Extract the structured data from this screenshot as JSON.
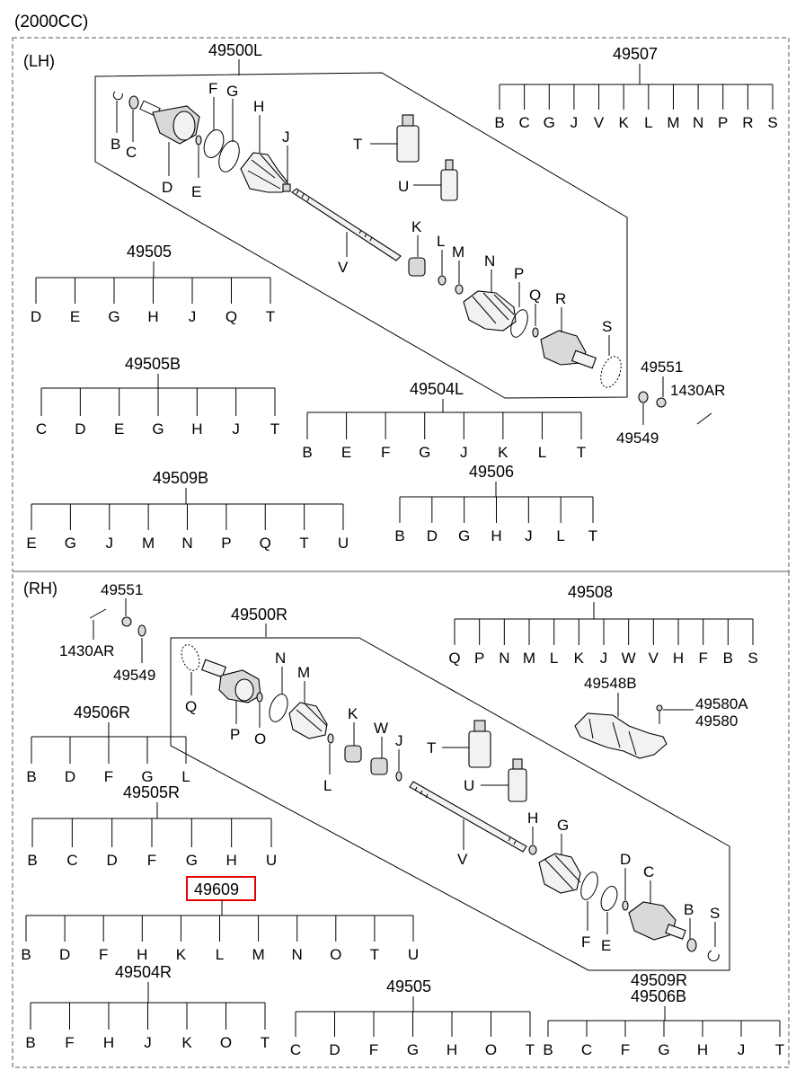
{
  "header": {
    "engine": "(2000CC)"
  },
  "sections": [
    {
      "id": "lh",
      "label": "(LH)"
    },
    {
      "id": "rh",
      "label": "(RH)"
    }
  ],
  "assemblies": [
    {
      "id": "lh_assy",
      "code": "49500L"
    },
    {
      "id": "rh_assy",
      "code": "49500R"
    }
  ],
  "kits": [
    {
      "id": "k49507",
      "code": "49507",
      "highlighted": false,
      "letters": [
        "B",
        "C",
        "G",
        "J",
        "V",
        "K",
        "L",
        "M",
        "N",
        "P",
        "R",
        "S"
      ]
    },
    {
      "id": "k49505a",
      "code": "49505",
      "highlighted": false,
      "letters": [
        "D",
        "E",
        "G",
        "H",
        "J",
        "Q",
        "T"
      ]
    },
    {
      "id": "k49505b",
      "code": "49505B",
      "highlighted": false,
      "letters": [
        "C",
        "D",
        "E",
        "G",
        "H",
        "J",
        "T"
      ]
    },
    {
      "id": "k49504l",
      "code": "49504L",
      "highlighted": false,
      "letters": [
        "B",
        "E",
        "F",
        "G",
        "J",
        "K",
        "L",
        "T"
      ]
    },
    {
      "id": "k49509b",
      "code": "49509B",
      "highlighted": false,
      "letters": [
        "E",
        "G",
        "J",
        "M",
        "N",
        "P",
        "Q",
        "T",
        "U"
      ]
    },
    {
      "id": "k49506",
      "code": "49506",
      "highlighted": false,
      "letters": [
        "B",
        "D",
        "G",
        "H",
        "J",
        "L",
        "T"
      ]
    },
    {
      "id": "k49508",
      "code": "49508",
      "highlighted": false,
      "letters": [
        "Q",
        "P",
        "N",
        "M",
        "L",
        "K",
        "J",
        "W",
        "V",
        "H",
        "F",
        "B",
        "S"
      ]
    },
    {
      "id": "k49506r",
      "code": "49506R",
      "highlighted": false,
      "letters": [
        "B",
        "D",
        "F",
        "G",
        "L"
      ]
    },
    {
      "id": "k49505r",
      "code": "49505R",
      "highlighted": false,
      "letters": [
        "B",
        "C",
        "D",
        "F",
        "G",
        "H",
        "U"
      ]
    },
    {
      "id": "k49609",
      "code": "49609",
      "highlighted": true,
      "letters": [
        "B",
        "D",
        "F",
        "H",
        "K",
        "L",
        "M",
        "N",
        "O",
        "T",
        "U"
      ]
    },
    {
      "id": "k49504r",
      "code": "49504R",
      "highlighted": false,
      "letters": [
        "B",
        "F",
        "H",
        "J",
        "K",
        "O",
        "T"
      ]
    },
    {
      "id": "k49505c",
      "code": "49505",
      "highlighted": false,
      "letters": [
        "C",
        "D",
        "F",
        "G",
        "H",
        "O",
        "T"
      ]
    },
    {
      "id": "k49509r",
      "code": "49509R",
      "code2": "49506B",
      "highlighted": false,
      "letters": [
        "B",
        "C",
        "F",
        "G",
        "H",
        "J",
        "T"
      ]
    }
  ],
  "parts": [
    {
      "id": "p49551a",
      "code": "49551"
    },
    {
      "id": "p1430ara",
      "code": "1430AR"
    },
    {
      "id": "p49549a",
      "code": "49549"
    },
    {
      "id": "p49551b",
      "code": "49551"
    },
    {
      "id": "p1430arb",
      "code": "1430AR"
    },
    {
      "id": "p49549b",
      "code": "49549"
    },
    {
      "id": "p49548b",
      "code": "49548B"
    },
    {
      "id": "p49580a",
      "code": "49580A"
    },
    {
      "id": "p49580",
      "code": "49580"
    }
  ],
  "component_letters": {
    "lh": [
      "B",
      "C",
      "D",
      "E",
      "F",
      "G",
      "H",
      "J",
      "T",
      "U",
      "V",
      "K",
      "L",
      "M",
      "N",
      "P",
      "Q",
      "R",
      "S"
    ],
    "rh": [
      "Q",
      "P",
      "O",
      "N",
      "M",
      "K",
      "L",
      "W",
      "J",
      "T",
      "U",
      "V",
      "H",
      "G",
      "F",
      "E",
      "D",
      "C",
      "B",
      "S"
    ]
  },
  "colors": {
    "highlight": "#e60000",
    "line": "#000000",
    "section_border": "#555555"
  }
}
